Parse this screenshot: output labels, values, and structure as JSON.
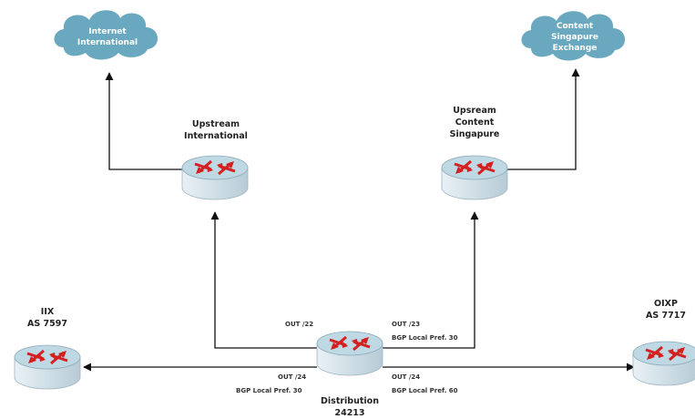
{
  "clouds": {
    "internet": {
      "line1": "Internet",
      "line2": "International"
    },
    "content": {
      "line1": "Content",
      "line2": "Singapure",
      "line3": "Exchange"
    }
  },
  "routers": {
    "upstream_intl": {
      "line1": "Upstream",
      "line2": "International"
    },
    "upstream_content": {
      "line1": "Upsream",
      "line2": "Content",
      "line3": "Singapure"
    },
    "iix": {
      "line1": "IIX",
      "line2": "AS 7597"
    },
    "oixp": {
      "line1": "OIXP",
      "line2": "AS 7717"
    },
    "distribution": {
      "line1": "Distribution",
      "line2": "24213"
    }
  },
  "link_labels": {
    "out22": "OUT /22",
    "out23": "OUT /23",
    "pref30_right": "BGP Local Pref. 30",
    "out24_left": "OUT /24",
    "pref30_left": "BGP Local Pref. 30",
    "out24_right": "OUT /24",
    "pref60": "BGP Local Pref. 60"
  },
  "colors": {
    "cloud": "#6aa8c0",
    "router_top": "#c9e0ea",
    "router_body": "#dbe7ed",
    "arrow": "#d42020",
    "line": "#111111"
  }
}
